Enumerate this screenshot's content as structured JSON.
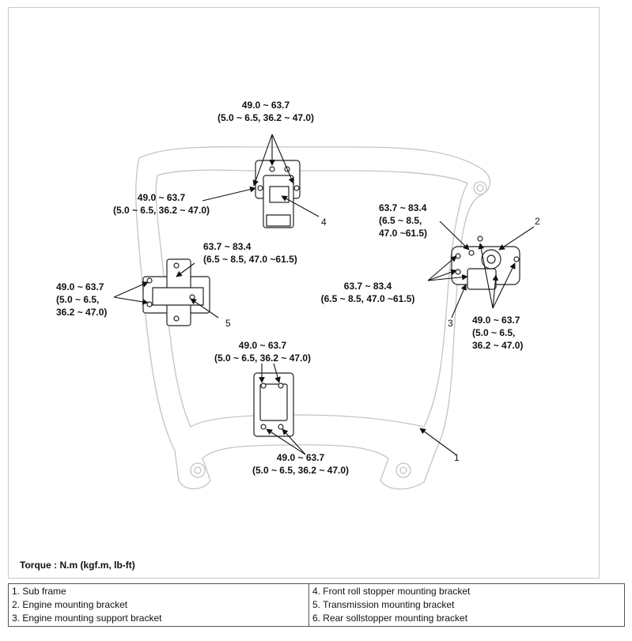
{
  "callouts": {
    "top": [
      "49.0 ~ 63.7",
      "(5.0 ~ 6.5, 36.2 ~ 47.0)"
    ],
    "left_upper": [
      "49.0 ~ 63.7",
      "(5.0 ~ 6.5, 36.2 ~ 47.0)"
    ],
    "trans_top": [
      "63.7 ~ 83.4",
      "(6.5 ~ 8.5, 47.0 ~61.5)"
    ],
    "trans_left": [
      "49.0 ~ 63.7",
      "(5.0 ~ 6.5,",
      "36.2 ~ 47.0)"
    ],
    "center_top": [
      "49.0 ~ 63.7",
      "(5.0 ~ 6.5, 36.2 ~ 47.0)"
    ],
    "center_bottom": [
      "49.0 ~ 63.7",
      "(5.0 ~ 6.5, 36.2 ~ 47.0)"
    ],
    "right_top": [
      "63.7 ~ 83.4",
      "(6.5 ~ 8.5,",
      "47.0 ~61.5)"
    ],
    "right_mid": [
      "63.7 ~ 83.4",
      "(6.5 ~ 8.5, 47.0 ~61.5)"
    ],
    "right_bottom": [
      "49.0 ~ 63.7",
      "(5.0 ~ 6.5,",
      "36.2 ~ 47.0)"
    ]
  },
  "numbers": {
    "n1": "1",
    "n2": "2",
    "n3": "3",
    "n4": "4",
    "n5": "5"
  },
  "torque_note": "Torque : N.m (kgf.m, lb-ft)",
  "legend": {
    "left": [
      "1. Sub frame",
      "2. Engine mounting bracket",
      "3. Engine mounting support bracket"
    ],
    "right": [
      "4. Front roll stopper mounting bracket",
      "5. Transmission mounting bracket",
      "6. Rear sollstopper mounting bracket"
    ]
  }
}
